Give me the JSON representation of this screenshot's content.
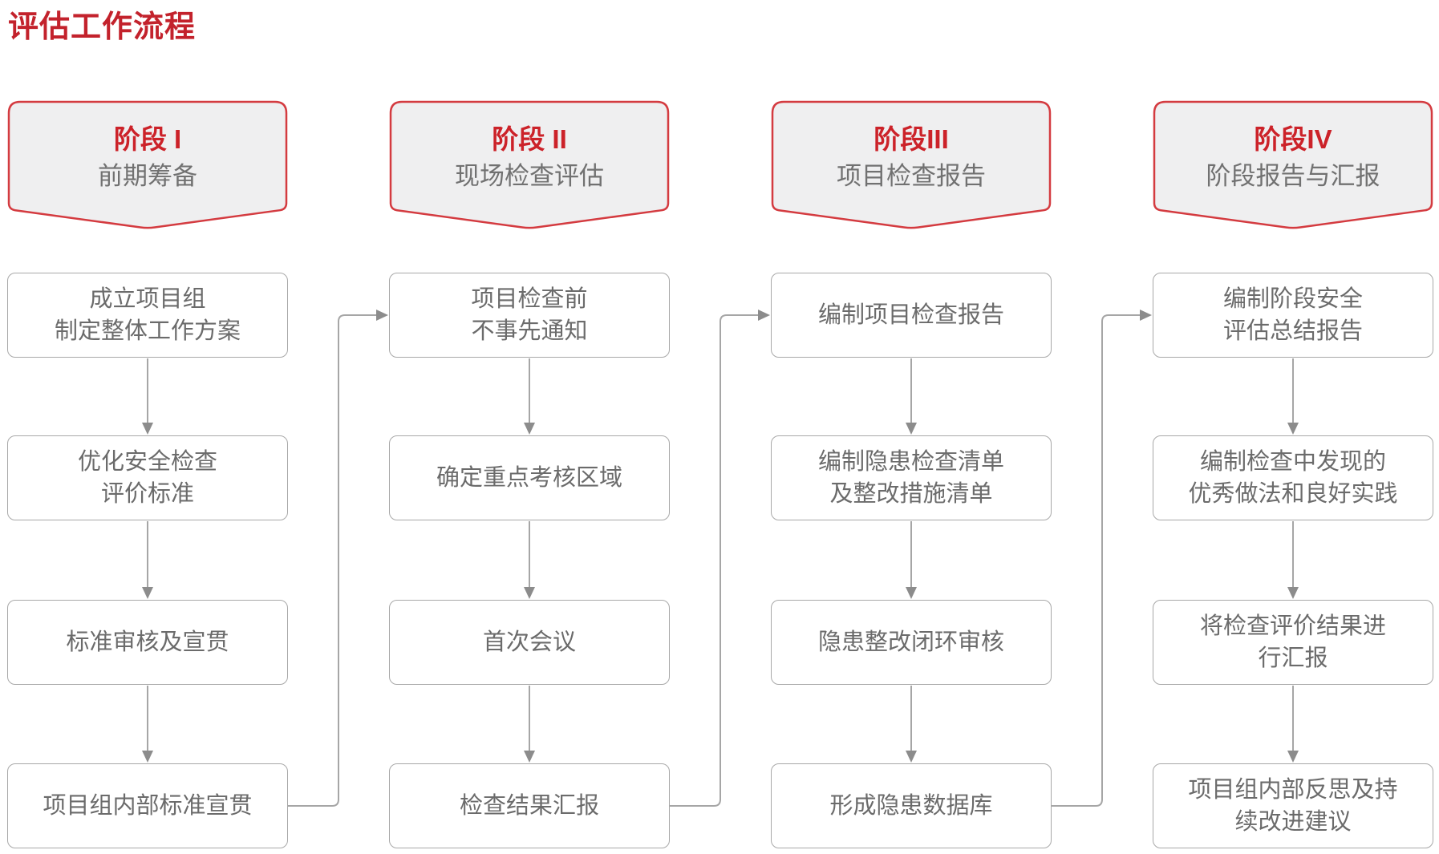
{
  "title": "评估工作流程",
  "colors": {
    "title_red": "#c3222c",
    "phase_label_red": "#cc2229",
    "banner_border_red": "#d43b40",
    "banner_fill": "#efeff0",
    "box_border": "#a8a8a8",
    "box_text": "#6b6b6b",
    "arrow_line": "#a6a6a6",
    "arrow_head": "#8c8c8c"
  },
  "phases": [
    {
      "label": "阶段 I",
      "subtitle": "前期筹备",
      "steps": [
        "成立项目组\n制定整体工作方案",
        "优化安全检查\n评价标准",
        "标准审核及宣贯",
        "项目组内部标准宣贯"
      ]
    },
    {
      "label": "阶段 II",
      "subtitle": "现场检查评估",
      "steps": [
        "项目检查前\n不事先通知",
        "确定重点考核区域",
        "首次会议",
        "检查结果汇报"
      ]
    },
    {
      "label": "阶段III",
      "subtitle": "项目检查报告",
      "steps": [
        "编制项目检查报告",
        "编制隐患检查清单\n及整改措施清单",
        "隐患整改闭环审核",
        "形成隐患数据库"
      ]
    },
    {
      "label": "阶段IV",
      "subtitle": "阶段报告与汇报",
      "steps": [
        "编制阶段安全\n评估总结报告",
        "编制检查中发现的\n优秀做法和良好实践",
        "将检查评价结果进\n行汇报",
        "项目组内部反思及持\n续改进建议"
      ]
    }
  ]
}
